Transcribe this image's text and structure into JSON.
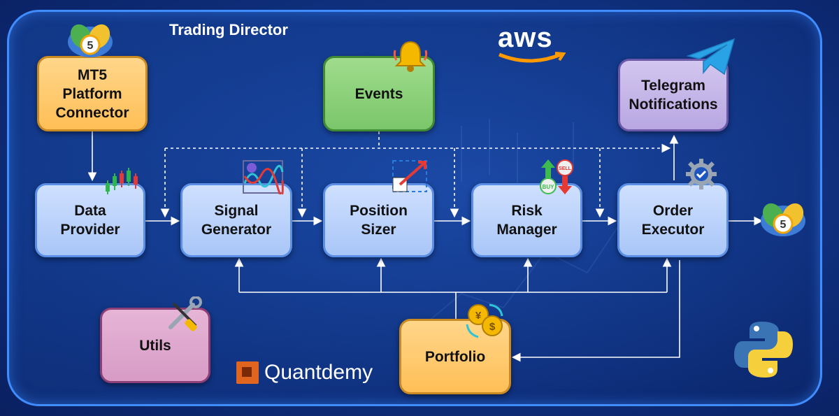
{
  "title": "Trading Director",
  "nodes": {
    "mt5_connector": "MT5\nPlatform\nConnector",
    "events": "Events",
    "telegram": "Telegram\nNotifications",
    "data_provider": "Data\nProvider",
    "signal_generator": "Signal\nGenerator",
    "position_sizer": "Position\nSizer",
    "risk_manager": "Risk\nManager",
    "order_executor": "Order\nExecutor",
    "utils": "Utils",
    "portfolio": "Portfolio"
  },
  "logos": {
    "aws": "aws",
    "quantdemy": "Quantdemy",
    "mt5_badge": "5",
    "buy": "BUY",
    "sell": "SELL"
  },
  "colors": {
    "blue_box": "#a9c6f7",
    "orange_box": "#ffbf57",
    "green_box": "#7bc66a",
    "purple_box": "#b8a7e2",
    "pink_box": "#d79bc6",
    "frame": "#3f8dff"
  },
  "icons": [
    "metatrader-icon",
    "bell-icon",
    "telegram-icon",
    "candlestick-icon",
    "signal-chart-icon",
    "resize-icon",
    "buy-sell-icon",
    "gear-check-icon",
    "tools-icon",
    "coins-icon",
    "python-icon"
  ]
}
